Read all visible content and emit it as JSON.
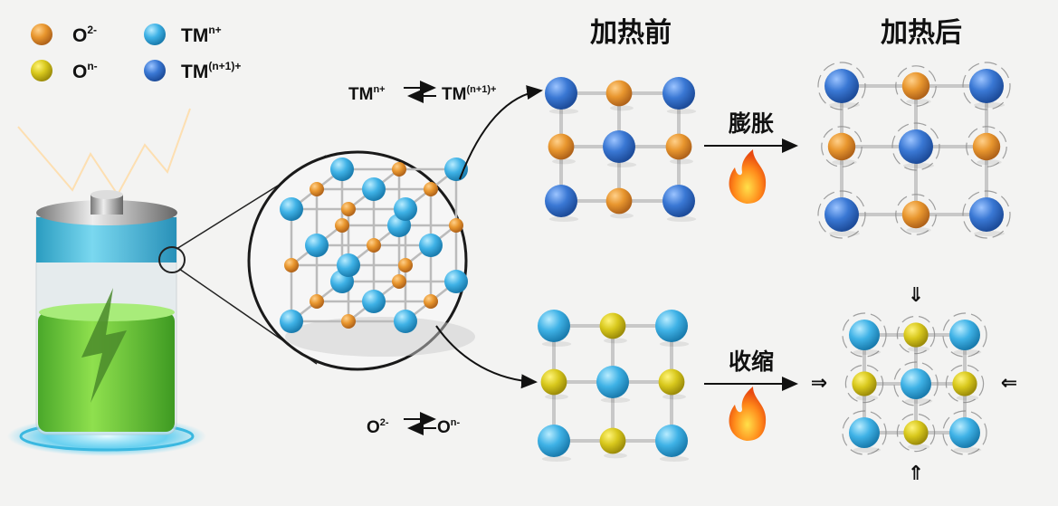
{
  "legend": [
    {
      "label": "O",
      "sup": "2-",
      "color": "#e8962e"
    },
    {
      "label": "TM",
      "sup": "n+",
      "color": "#3fb2e6"
    },
    {
      "label": "O",
      "sup": "n-",
      "color": "#d8c81c"
    },
    {
      "label": "TM",
      "sup": "(n+1)+",
      "color": "#3a78d4"
    }
  ],
  "equilibria": {
    "tm": {
      "left": "TM",
      "left_sup": "n+",
      "right": "TM",
      "right_sup": "(n+1)+"
    },
    "o": {
      "left": "O",
      "left_sup": "2-",
      "right": "O",
      "right_sup": "n-"
    }
  },
  "headers": {
    "before": "加热前",
    "after": "加热后"
  },
  "processes": {
    "expand": "膨胀",
    "shrink": "收缩"
  },
  "colors": {
    "o2": "#e8962e",
    "on": "#d8c81c",
    "tmn": "#3fb2e6",
    "tmn1": "#3a78d4",
    "battery_green": "#6cc63a",
    "battery_cyan": "#3ab8d8",
    "glow": "#46c8f0"
  }
}
